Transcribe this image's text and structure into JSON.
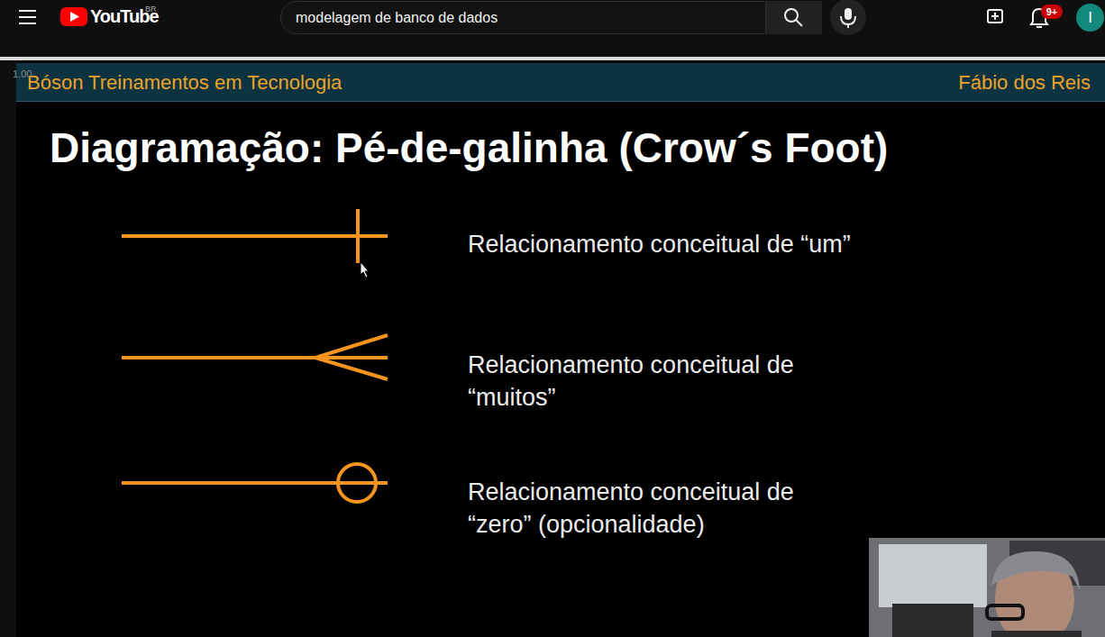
{
  "diagram": {
    "title": "Diagramação: Pé-de-galinha (Crow´s Foot)",
    "nodes": [
      {
        "text": [
          "modelagem de banco de dados"
        ]
      },
      {
        "text": [
          "9+"
        ]
      },
      {
        "text": [
          "I"
        ]
      },
      {
        "text": [
          "Bóson Treinamentos em Tecnologia",
          "Fábio dos Reis"
        ]
      }
    ],
    "labels": [
      "YouTube",
      "BR",
      "1.00"
    ],
    "legend": [
      {
        "text": "Relacionamento conceitual de “um”"
      },
      {
        "text": "Relacionamento conceitual de “muitos”"
      },
      {
        "text": "Relacionamento conceitual de “zero” (opcionalidade)"
      }
    ]
  }
}
